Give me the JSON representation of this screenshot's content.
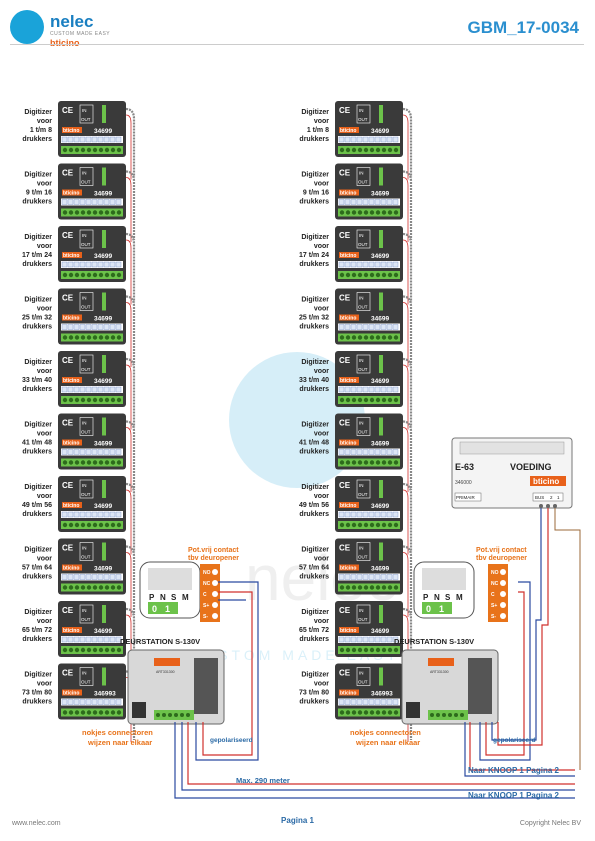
{
  "header": {
    "brand_name": "nelec",
    "brand_sub": "CUSTOM MADE EASY",
    "brand_partner": "bticino",
    "doc_number": "GBM_17-0034"
  },
  "digitizer": {
    "label_line1": "Digitizer",
    "label_line2": "voor",
    "label_line4": "drukkers",
    "ranges": [
      "1 t/m 8",
      "9 t/m 16",
      "17 t/m 24",
      "25 t/m 32",
      "33 t/m 40",
      "41 t/m 48",
      "49 t/m 56",
      "57 t/m 64",
      "65 t/m 72",
      "73 t/m 80"
    ],
    "ranges_right": [
      "1 t/m 8",
      "9 t/m 16",
      "17 t/m 24",
      "25 t/m 32",
      "33 t/m 40",
      "41 t/m 48",
      "49 t/m 56",
      "57 t/m 64",
      "65 t/m 72",
      "73 t/m 80"
    ],
    "module_code_short": "34699",
    "module_code_full": "346993",
    "in_label": "IN",
    "out_label": "OUT",
    "ce": "CE"
  },
  "door_station": {
    "title": "DEURSTATION S-130V",
    "switch_labels": [
      "P",
      "N",
      "S",
      "M"
    ],
    "switch_values": [
      "0",
      "1"
    ],
    "art_code": "ART331300"
  },
  "contact": {
    "line1": "Pot.vrij contact",
    "line2": "tbv deuropener",
    "terminals": [
      "S-",
      "S+",
      "C",
      "NC",
      "NO"
    ]
  },
  "power_supply": {
    "model": "E-63",
    "title": "VOEDING",
    "code": "346000",
    "brand": "bticino",
    "primary": "PRIMAIR",
    "bus": "BUS",
    "bus_terms": [
      "2",
      "1"
    ]
  },
  "notes": {
    "connectors_line1": "nokjes connectoren",
    "connectors_line2": "wijzen naar elkaar",
    "polarized": "gepolariseerd",
    "max_distance": "Max. 290 meter",
    "knoop1": "Naar KNOOP 1 Pagina 2",
    "knoop2": "Naar KNOOP 1 Pagina 2"
  },
  "watermark": {
    "text": "nelec",
    "sub": "CUSTOM MADE EASY"
  },
  "footer": {
    "website": "www.nelec.com",
    "page": "Pagina 1",
    "copyright": "Copyright Nelec BV"
  },
  "colors": {
    "accent": "#2a8fcf",
    "orange": "#e8731a",
    "dark_module": "#3a3a3a",
    "terminal_green": "#6cc24a",
    "wire_red": "#d0312d",
    "wire_blue": "#2b4aa0",
    "wire_brown": "#9b6a3a"
  }
}
